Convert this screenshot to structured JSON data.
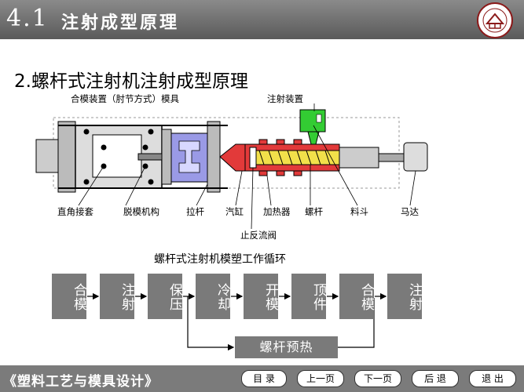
{
  "header": {
    "section_number": "4.1",
    "title": "注射成型原理"
  },
  "subtitle": "2.螺杆式注射机注射成型原理",
  "diagram_labels": {
    "clamp_unit": "合模装置（肘节方式）模具",
    "injection_unit": "注射装置",
    "right_angle_sleeve": "直角接套",
    "ejector": "脱模机构",
    "tie_bar": "拉杆",
    "cylinder": "汽缸",
    "heater": "加热器",
    "screw": "螺杆",
    "hopper": "料斗",
    "motor": "马达",
    "check_valve": "止反流阀"
  },
  "cycle": {
    "title": "螺杆式注射机模塑工作循环",
    "steps": [
      "合模",
      "注射",
      "保压",
      "冷却",
      "开模",
      "顶件",
      "合模",
      "注射"
    ],
    "preheat": "螺杆预热"
  },
  "footer": {
    "course": "《塑料工艺与模具设计》",
    "nav": [
      "目 录",
      "上一页",
      "下一页",
      "后 退",
      "退 出"
    ]
  },
  "colors": {
    "header_bg": "#6f6f6f",
    "box_bg": "#7a7a7a",
    "hopper": "#33cc33",
    "mold": "#9a9ae6",
    "heater": "#e23a3a"
  }
}
